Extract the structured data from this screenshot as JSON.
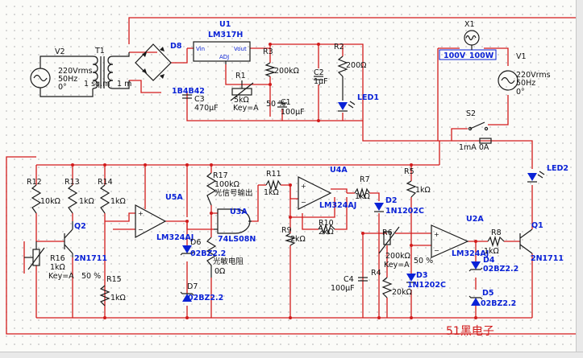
{
  "schematic": {
    "v2": {
      "ref": "V2",
      "val": "220Vrms",
      "freq": "50Hz",
      "phase": "0°"
    },
    "t1": {
      "ref": "T1",
      "ratio": "1 sq.m",
      "ratio2": "1 m"
    },
    "d8": {
      "ref": "D8",
      "part": "1B4B42"
    },
    "u1": {
      "ref": "U1",
      "part": "LM317H",
      "vin": "Vin",
      "vout": "Vout",
      "adj": "ADJ"
    },
    "c3": {
      "ref": "C3",
      "val": "470µF"
    },
    "r1": {
      "ref": "R1",
      "val": "5kΩ",
      "key": "Key=A",
      "pct": "50 %"
    },
    "r3": {
      "ref": "R3",
      "val": "200kΩ"
    },
    "c1": {
      "ref": "C1",
      "val": "100µF"
    },
    "c2": {
      "ref": "C2",
      "val": "1µF"
    },
    "r2": {
      "ref": "R2",
      "val": "200Ω"
    },
    "led1": {
      "ref": "LED1"
    },
    "x1": {
      "ref": "X1",
      "part": "100V_100W"
    },
    "v1": {
      "ref": "V1",
      "val": "220Vrms",
      "freq": "50Hz",
      "phase": "0°"
    },
    "s2": {
      "ref": "S2",
      "rating": "1mA 0A"
    },
    "led2": {
      "ref": "LED2"
    },
    "r12": {
      "ref": "R12",
      "val": "10kΩ"
    },
    "r13": {
      "ref": "R13",
      "val": "1kΩ"
    },
    "r14": {
      "ref": "R14",
      "val": "1kΩ"
    },
    "q2": {
      "ref": "Q2",
      "part": "2N1711"
    },
    "r16": {
      "ref": "R16",
      "val": "1kΩ",
      "key": "Key=A",
      "pct": "50 %"
    },
    "r15": {
      "ref": "R15",
      "val": "1kΩ"
    },
    "u5a": {
      "ref": "U5A",
      "part": "LM324AJ"
    },
    "d6": {
      "ref": "D6",
      "part": "02BZ2.2"
    },
    "d7": {
      "ref": "D7",
      "part": "02BZ2.2"
    },
    "r17": {
      "ref": "R17",
      "val": "100kΩ",
      "note": "光信号输出"
    },
    "u3a": {
      "ref": "U3A",
      "part": "74LS08N"
    },
    "ldr": {
      "note": "光敏电阻",
      "val": "0Ω"
    },
    "r11": {
      "ref": "R11",
      "val": "1kΩ"
    },
    "u4a": {
      "ref": "U4A",
      "part": "LM324AJ"
    },
    "r9": {
      "ref": "R9",
      "val": "2kΩ"
    },
    "r10": {
      "ref": "R10",
      "val": "2kΩ"
    },
    "r7": {
      "ref": "R7",
      "val": "1kΩ"
    },
    "d2": {
      "ref": "D2",
      "part": "1N1202C"
    },
    "r5": {
      "ref": "R5",
      "val": "1kΩ"
    },
    "r6": {
      "ref": "R6",
      "val": "200kΩ",
      "key": "Key=A",
      "pct": "50 %"
    },
    "c4": {
      "ref": "C4",
      "val": "100µF"
    },
    "r4": {
      "ref": "R4",
      "val": "20kΩ"
    },
    "d3": {
      "ref": "D3",
      "part": "1N1202C"
    },
    "u2a": {
      "ref": "U2A",
      "part": "LM324AJ"
    },
    "r8": {
      "ref": "R8",
      "val": "1kΩ"
    },
    "q1": {
      "ref": "Q1",
      "part": "2N1711"
    },
    "d4": {
      "ref": "D4",
      "part": "02BZ2.2"
    },
    "d5": {
      "ref": "D5",
      "part": "02BZ2.2"
    },
    "watermark": "51黑电子"
  },
  "colors": {
    "wire": "#d21b1b",
    "label": "#0a22d6",
    "component": "#1a1a1a",
    "watermark": "#d21b1b"
  }
}
